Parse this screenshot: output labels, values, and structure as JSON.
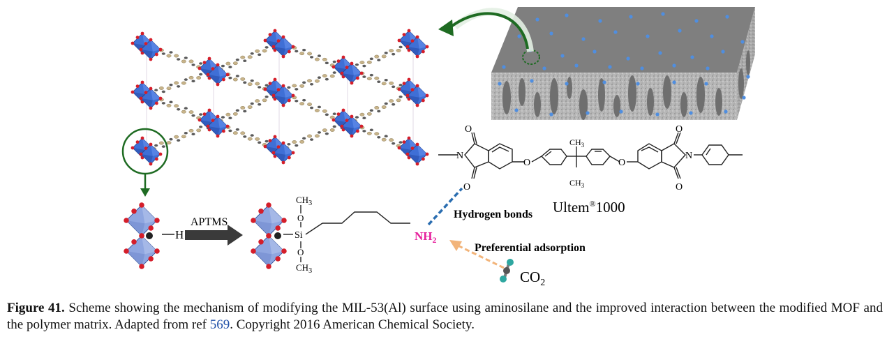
{
  "labels": {
    "aptms": "APTMS",
    "h": "H",
    "ch3_top": "CH",
    "ch3_top_sub": "3",
    "o_top": "O",
    "si": "Si",
    "o_bottom": "O",
    "ch3_bottom": "CH",
    "ch3_bottom_sub": "3",
    "nh2": "NH",
    "nh2_sub": "2",
    "hydrogen_bonds": "Hydrogen bonds",
    "preferential_adsorption": "Preferential adsorption",
    "co2": "CO",
    "co2_sub": "2",
    "ultem": "Ultem",
    "ultem_reg": "®",
    "ultem_num": "1000",
    "ch3_poly_top": "CH",
    "ch3_poly_top_sub": "3",
    "ch3_poly_bottom": "CH",
    "ch3_poly_bottom_sub": "3",
    "n_left": "N",
    "n_right": "N",
    "o_link_left": "O",
    "o_link_right": "O",
    "o_carb_tl": "O",
    "o_carb_bl": "O",
    "o_carb_tr": "O",
    "o_carb_br": "O"
  },
  "caption": {
    "figure_label": "Figure 41.",
    "text_part1": " Scheme showing the mechanism of modifying the MIL-53(Al) surface using aminosilane and the improved interaction between the modified MOF and the polymer matrix. Adapted from ref ",
    "ref_number": "569",
    "text_part2": ". Copyright 2016 American Chemical Society."
  },
  "colors": {
    "octahedron_blue": "#3f6fd6",
    "octahedron_light": "#8fa6e0",
    "oxygen_red": "#d51e2a",
    "linker_tan": "#c8b48a",
    "membrane_top": "#7f7f7f",
    "highlight_green": "#1e6b22",
    "nh2_magenta": "#e61f9c",
    "hbond_blue": "#2a6db0",
    "adsorption_peach": "#f2b47a",
    "co2_teal": "#2ea7a0",
    "ref_link_blue": "#1f4fa8"
  }
}
